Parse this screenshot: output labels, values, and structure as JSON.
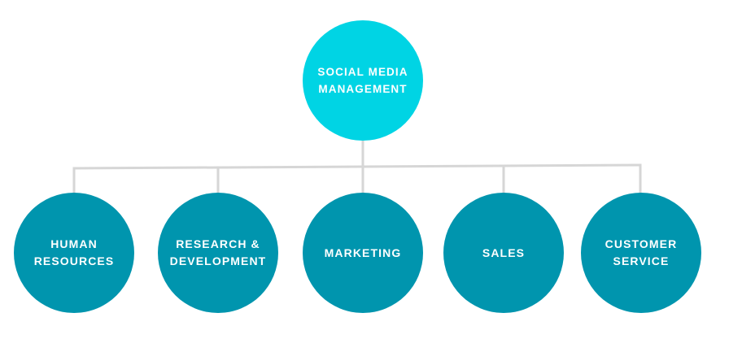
{
  "diagram": {
    "root": {
      "label": "SOCIAL MEDIA\nMANAGEMENT",
      "color": "#00d4e4"
    },
    "children": [
      {
        "label": "HUMAN\nRESOURCES",
        "color": "#0095ae"
      },
      {
        "label": "RESEARCH &\nDEVELOPMENT",
        "color": "#0095ae"
      },
      {
        "label": "MARKETING",
        "color": "#0095ae"
      },
      {
        "label": "SALES",
        "color": "#0095ae"
      },
      {
        "label": "CUSTOMER\nSERVICE",
        "color": "#0095ae"
      }
    ],
    "connector_color": "#d6d6d6"
  }
}
